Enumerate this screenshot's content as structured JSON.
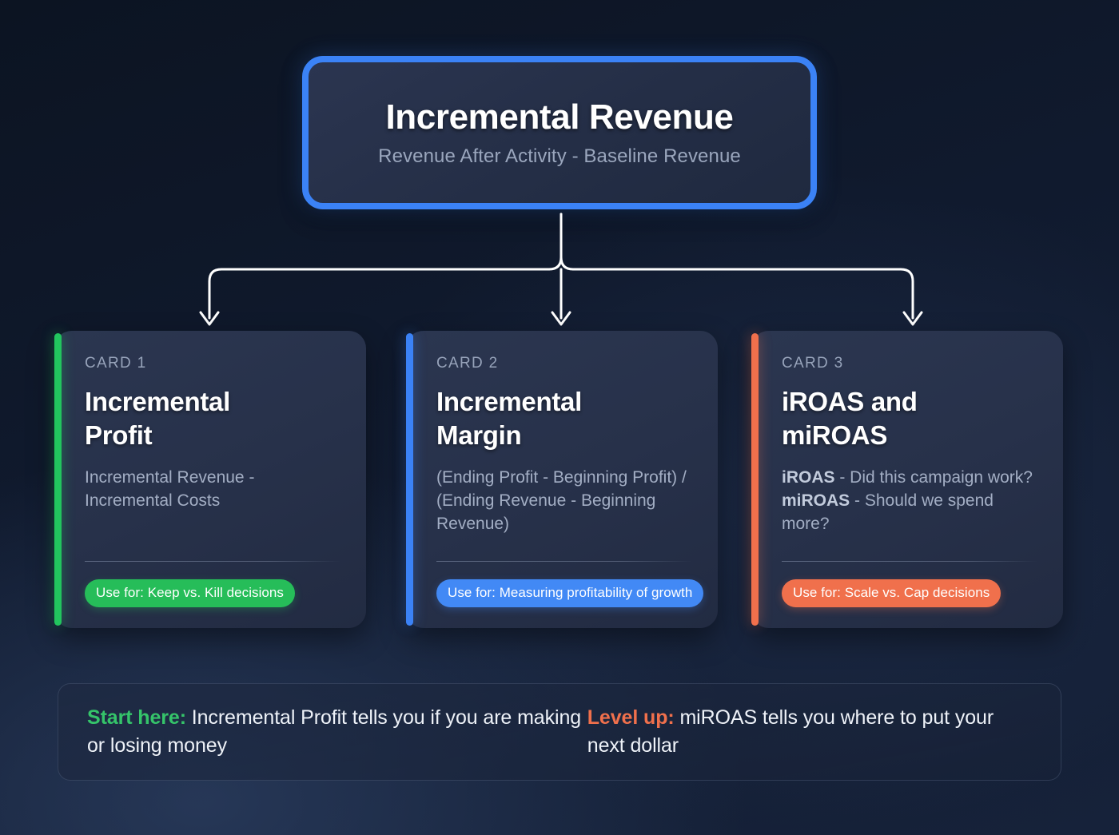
{
  "root": {
    "title": "Incremental Revenue",
    "subtitle": "Revenue After Activity - Baseline Revenue"
  },
  "cards": [
    {
      "eyebrow": "CARD 1",
      "title": "Incremental Profit",
      "body": "Incremental Revenue - Incremental Costs",
      "badge": "Use for: Keep vs. Kill decisions",
      "accent_color": "#22c55e",
      "badge_color": "#26bd59"
    },
    {
      "eyebrow": "CARD 2",
      "title": "Incremental Margin",
      "body": "(Ending Profit - Beginning Profit) / (Ending Revenue - Beginning Revenue)",
      "badge": "Use for: Measuring profitability of growth",
      "accent_color": "#3b82f6",
      "badge_color": "#4289f5"
    },
    {
      "eyebrow": "CARD 3",
      "title": "iROAS and miROAS",
      "body_rich": [
        {
          "strong": "iROAS",
          "text": " - Did this campaign work?"
        },
        {
          "strong": "miROAS",
          "text": " - Should we spend more?"
        }
      ],
      "badge": "Use for: Scale vs. Cap decisions",
      "accent_color": "#f0704c",
      "badge_color": "#f0704c"
    }
  ],
  "footer": {
    "notes": [
      {
        "lead": "Start here:",
        "text": " Incremental Profit tells you if you are making or losing money",
        "lead_color": "#35c46a"
      },
      {
        "lead": "Level up:",
        "text": " miROAS tells you where to put your next dollar",
        "lead_color": "#f0704c"
      }
    ]
  },
  "connectors": {
    "stroke_color": "#ffffff",
    "description": "One vertical stem from root box splitting into three arrows pointing at each card"
  },
  "theme": {
    "background": "#101a2e",
    "card_background": "#27314a",
    "root_border": "#3b82f6",
    "muted_text": "#9aa6bd",
    "body_text": "#a3aec4"
  }
}
